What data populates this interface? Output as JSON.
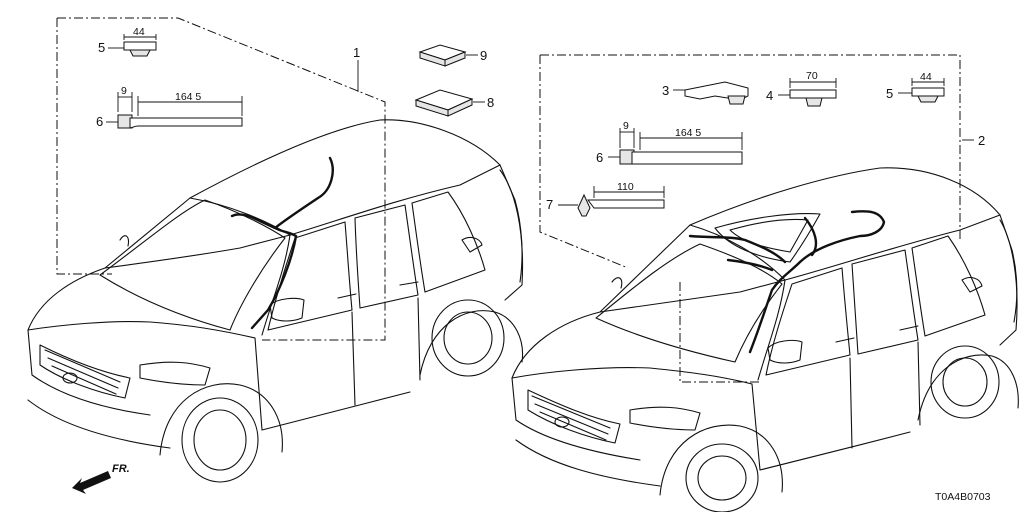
{
  "callouts": {
    "c1": "1",
    "c2": "2",
    "c3": "3",
    "c4": "4",
    "c5_left": "5",
    "c5_right": "5",
    "c6_left": "6",
    "c6_right": "6",
    "c7": "7",
    "c8": "8",
    "c9": "9"
  },
  "dimensions": {
    "d44_left": "44",
    "d9_left": "9",
    "d1645_left": "164 5",
    "d70": "70",
    "d44_right": "44",
    "d9_right": "9",
    "d1645_right": "164 5",
    "d110": "110"
  },
  "direction_label": "FR.",
  "diagram_code": "T0A4B0703"
}
